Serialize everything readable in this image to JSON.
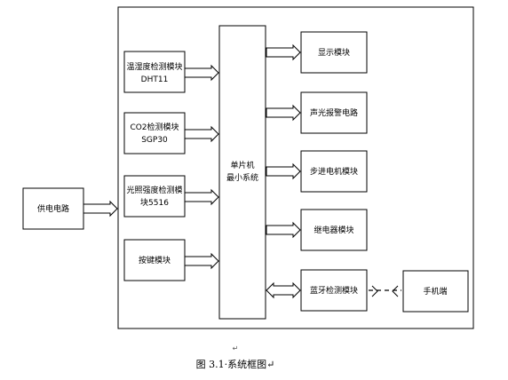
{
  "diagram": {
    "power_supply": "供电电路",
    "temp_humidity_module": [
      "温湿度检测模块",
      "DHT11"
    ],
    "co2_module": [
      "CO2检测模块",
      "SGP30"
    ],
    "light_module": [
      "光照强度检测模",
      "块5516"
    ],
    "key_module": "按键模块",
    "mcu": [
      "单片机",
      "最小系统"
    ],
    "display_module": "显示模块",
    "alarm_circuit": "声光报警电路",
    "stepper_module": "步进电机模块",
    "relay_module": "继电器模块",
    "bluetooth_module": "蓝牙检测模块",
    "phone": "手机端"
  },
  "caption": {
    "mark": "↵",
    "text": "图 3.1·系统框图↵"
  }
}
